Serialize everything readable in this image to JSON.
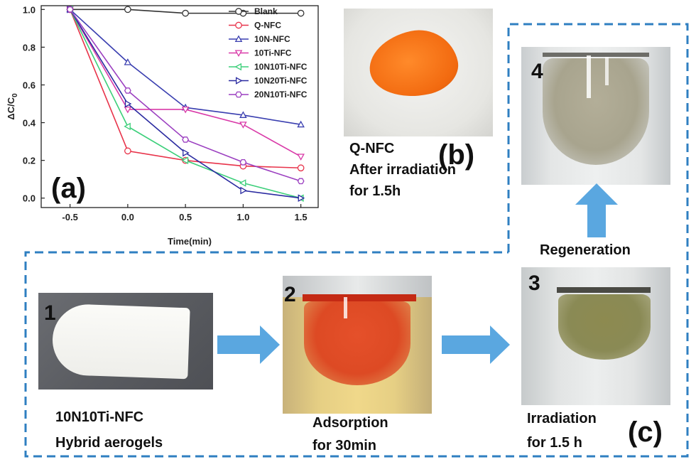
{
  "panels": {
    "a_label": "(a)",
    "b_label": "(b)",
    "c_label": "(c)"
  },
  "chart_data": {
    "type": "line",
    "xlabel": "Time(min)",
    "ylabel": "ΔC/C",
    "ylabel_subscript": "0",
    "xlim": [
      -0.75,
      1.65
    ],
    "ylim": [
      -0.05,
      1.02
    ],
    "xticks": [
      "-0.5",
      "0.0",
      "0.5",
      "1.0",
      "1.5"
    ],
    "yticks": [
      "0.0",
      "0.2",
      "0.4",
      "0.6",
      "0.8",
      "1.0"
    ],
    "x": [
      -0.5,
      0.0,
      0.5,
      1.0,
      1.5
    ],
    "legend_position": "top-right",
    "grid": false,
    "series": [
      {
        "name": "Blank",
        "color": "#333333",
        "marker": "circle",
        "values": [
          1.0,
          1.0,
          0.98,
          0.98,
          0.98
        ]
      },
      {
        "name": "Q-NFC",
        "color": "#e8334a",
        "marker": "circle",
        "values": [
          1.0,
          0.25,
          0.2,
          0.17,
          0.16
        ]
      },
      {
        "name": "10N-NFC",
        "color": "#3a3fb0",
        "marker": "triangle-up",
        "values": [
          1.0,
          0.72,
          0.48,
          0.44,
          0.39
        ]
      },
      {
        "name": "10Ti-NFC",
        "color": "#d93aa8",
        "marker": "triangle-down",
        "values": [
          1.0,
          0.47,
          0.47,
          0.39,
          0.22
        ]
      },
      {
        "name": "10N10Ti-NFC",
        "color": "#3ccf7a",
        "marker": "triangle-left",
        "values": [
          1.0,
          0.38,
          0.2,
          0.08,
          0.0
        ]
      },
      {
        "name": "10N20Ti-NFC",
        "color": "#2a2aa0",
        "marker": "triangle-right",
        "values": [
          1.0,
          0.5,
          0.24,
          0.04,
          0.0
        ]
      },
      {
        "name": "20N10Ti-NFC",
        "color": "#9b3fc0",
        "marker": "hexagon",
        "values": [
          1.0,
          0.57,
          0.31,
          0.19,
          0.09
        ]
      }
    ]
  },
  "photo_b": {
    "caption_lines": [
      "Q-NFC",
      "After irradiation",
      "for 1.5h"
    ]
  },
  "process": {
    "step1": {
      "number": "1",
      "caption_lines": [
        "10N10Ti-NFC",
        "Hybrid aerogels"
      ]
    },
    "step2": {
      "number": "2",
      "caption_lines": [
        "Adsorption",
        "for 30min"
      ]
    },
    "step3": {
      "number": "3",
      "caption_lines": [
        "Irradiation",
        "for 1.5 h"
      ]
    },
    "step4": {
      "number": "4"
    },
    "regeneration_label": "Regeneration"
  },
  "colors": {
    "arrow": "#5aa7e0",
    "dashed_border": "#2f7fc1"
  }
}
